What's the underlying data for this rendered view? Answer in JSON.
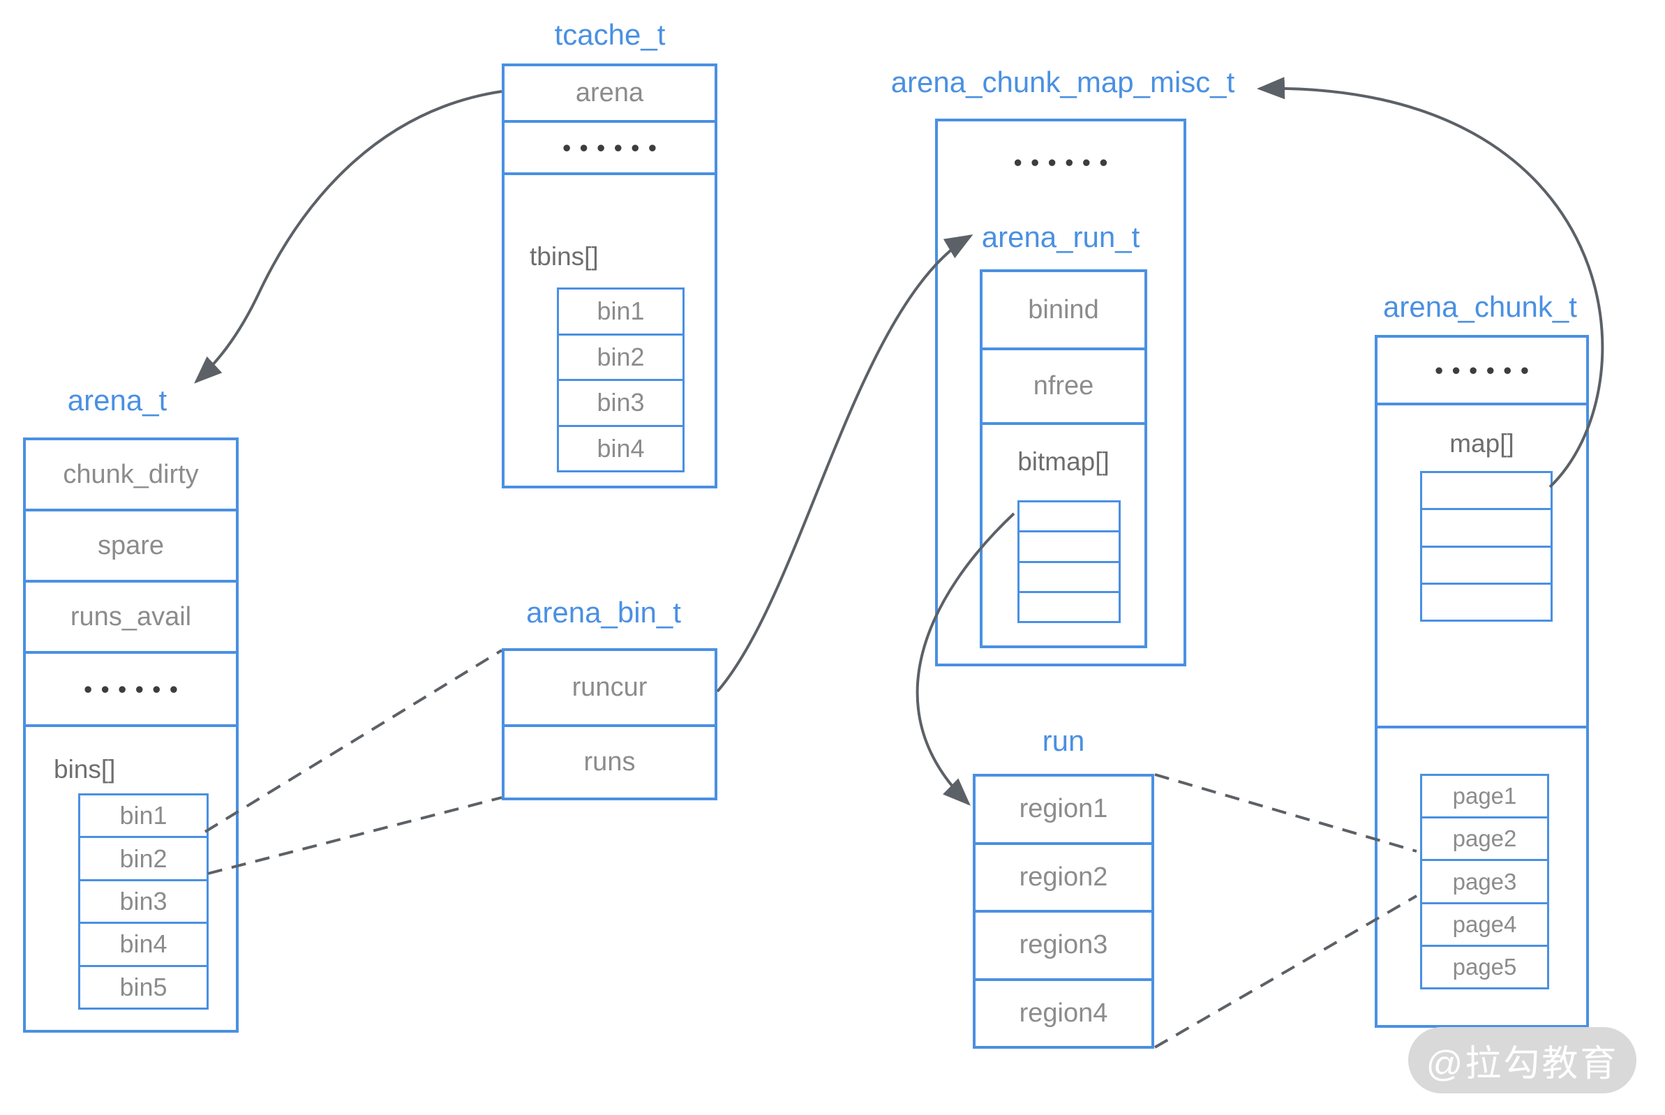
{
  "diagram": {
    "tcache": {
      "title": "tcache_t",
      "arena_field": "arena",
      "dots": "••••••",
      "tbins_label": "tbins[]",
      "bins": [
        "bin1",
        "bin2",
        "bin3",
        "bin4"
      ]
    },
    "arena": {
      "title": "arena_t",
      "fields": [
        "chunk_dirty",
        "spare",
        "runs_avail"
      ],
      "dots": "••••••",
      "bins_label": "bins[]",
      "bins": [
        "bin1",
        "bin2",
        "bin3",
        "bin4",
        "bin5"
      ]
    },
    "arena_bin": {
      "title": "arena_bin_t",
      "fields": [
        "runcur",
        "runs"
      ]
    },
    "chunk_map_misc": {
      "title": "arena_chunk_map_misc_t",
      "dots": "••••••",
      "arena_run_title": "arena_run_t",
      "fields": [
        "binind",
        "nfree"
      ],
      "bitmap_label": "bitmap[]"
    },
    "run": {
      "title": "run",
      "regions": [
        "region1",
        "region2",
        "region3",
        "region4"
      ]
    },
    "arena_chunk": {
      "title": "arena_chunk_t",
      "dots": "••••••",
      "map_label": "map[]",
      "pages": [
        "page1",
        "page2",
        "page3",
        "page4",
        "page5"
      ]
    },
    "watermark": {
      "text": "@拉勾教育"
    },
    "colors": {
      "box_border": "#4a90e2",
      "title_text": "#4a90e2",
      "field_text": "#8c8c8c",
      "arrow": "#5c6167",
      "watermark_bg": "#d9d9d9",
      "watermark_text": "#ffffff"
    }
  }
}
